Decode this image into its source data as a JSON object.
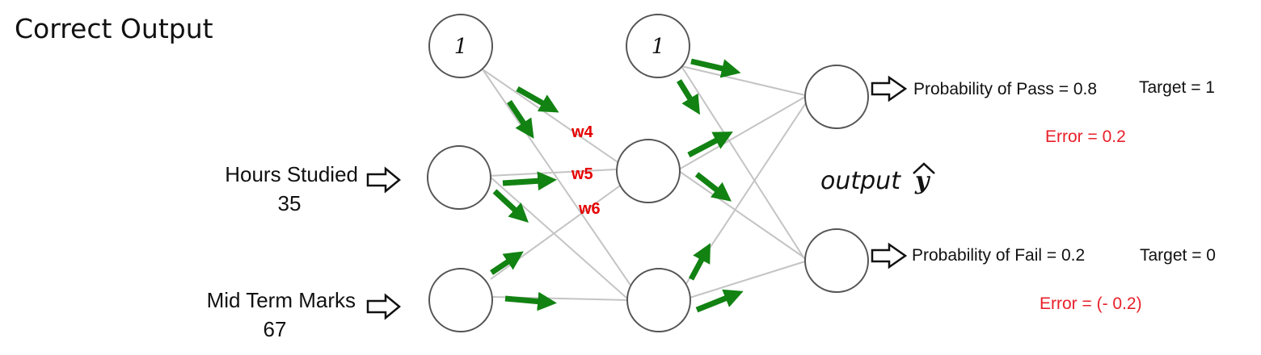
{
  "title": "Correct Output",
  "inputs": {
    "hours": {
      "label": "Hours Studied",
      "value": "35"
    },
    "midterm": {
      "label": "Mid Term Marks",
      "value": "67"
    }
  },
  "bias_label": "1",
  "weights": {
    "w4": "w4",
    "w5": "w5",
    "w6": "w6"
  },
  "outputs": {
    "pass": {
      "label": "Probability of Pass = 0.8",
      "target": "Target = 1",
      "error": "Error = 0.2"
    },
    "fail": {
      "label": "Probability of Fail = 0.2",
      "target": "Target = 0",
      "error": "Error  = (- 0.2)"
    }
  },
  "output_word": "output",
  "output_symbol": "y",
  "colors": {
    "arrow": "#128212",
    "weight": "#e60000",
    "error": "#e8202a",
    "line": "#c4c4c4",
    "node": "#555555"
  }
}
